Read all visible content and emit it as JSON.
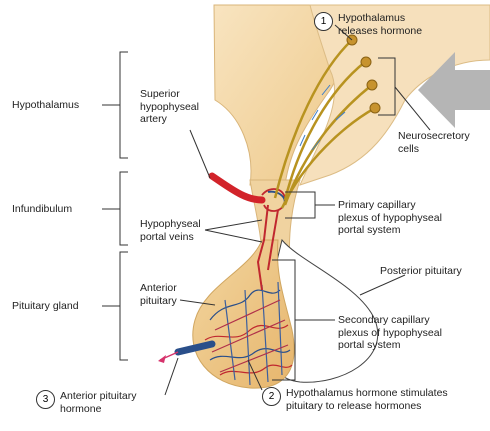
{
  "labels": {
    "hypothalamus": "Hypothalamus",
    "infundibulum": "Infundibulum",
    "pituitary_gland": "Pituitary gland",
    "superior_artery": "Superior\nhypophyseal\nartery",
    "portal_veins": "Hypophyseal\nportal veins",
    "anterior_pituitary": "Anterior\npituitary",
    "neurosecretory_cells": "Neurosecretory\ncells",
    "primary_plexus": "Primary capillary\nplexus of hypophyseal\nportal system",
    "posterior_pituitary": "Posterior pituitary",
    "secondary_plexus": "Secondary capillary\nplexus of hypophyseal\nportal system"
  },
  "steps": [
    {
      "number": "1",
      "text": "Hypothalamus\nreleases hormone"
    },
    {
      "number": "2",
      "text": "Hypothalamus hormone stimulates\npituitary to release hormones"
    },
    {
      "number": "3",
      "text": "Anterior pituitary\nhormone"
    }
  ],
  "colors": {
    "tissue": "#f5deb3",
    "artery": "#d2232a",
    "vein": "#2a4f8a",
    "axon": "#c9a227",
    "arrow": "#b5b5b5",
    "posterior": "#ffffff"
  }
}
